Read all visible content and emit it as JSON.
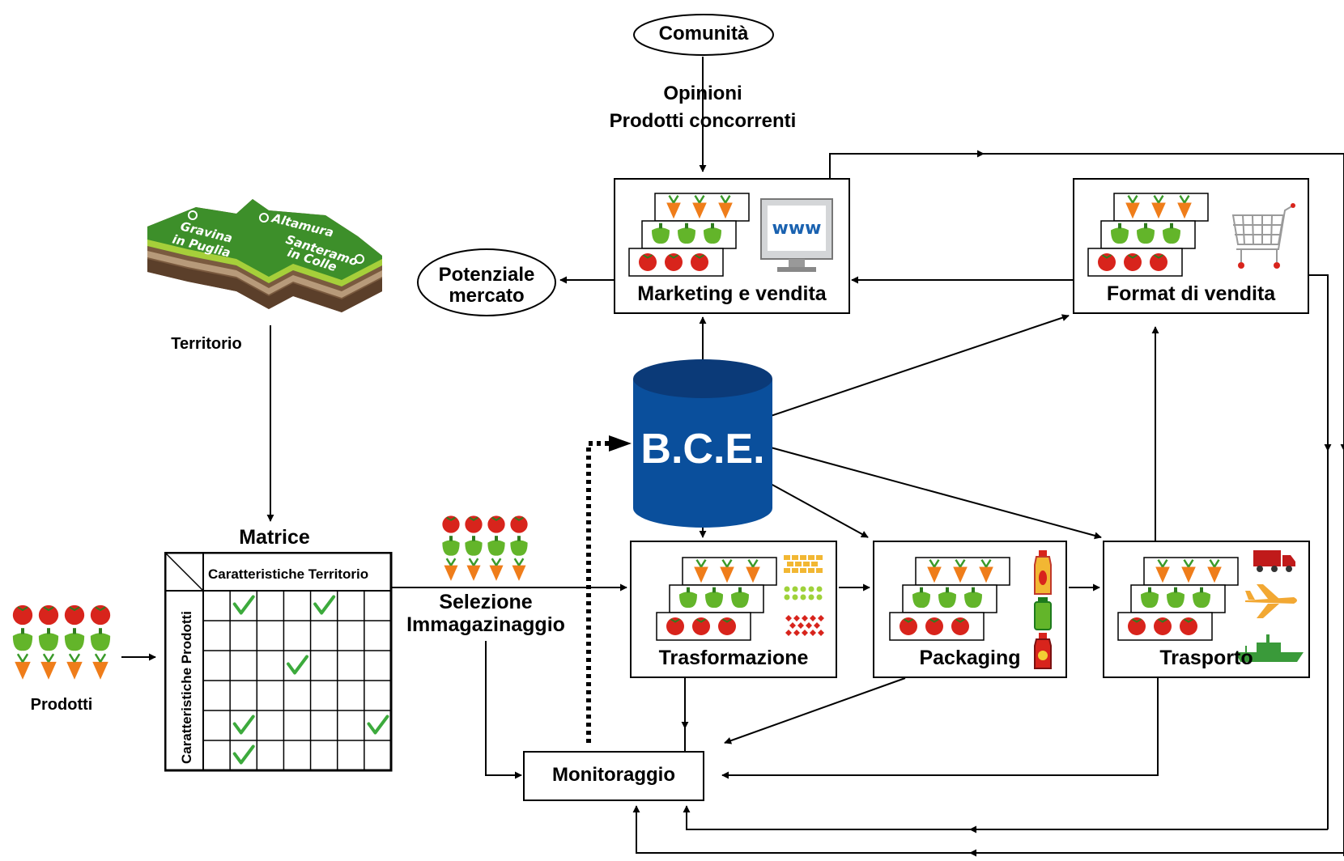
{
  "nodes": {
    "comunita": "Comunità",
    "opinioni": "Opinioni",
    "prodotti_concorrenti": "Prodotti concorrenti",
    "potenziale": "Potenziale",
    "mercato": "mercato",
    "territorio": "Territorio",
    "territorio_places": [
      "Gravina",
      "in Puglia",
      "Altamura",
      "Santeramo",
      "in Colle"
    ],
    "marketing": "Marketing e vendita",
    "www": "www",
    "format": "Format di vendita",
    "bce": "B.C.E.",
    "matrice": "Matrice",
    "matrix_col_header": "Caratteristiche Territorio",
    "matrix_row_header": "Caratteristiche Prodotti",
    "selezione": "Selezione",
    "immagazinaggio": "Immagazinaggio",
    "trasformazione": "Trasformazione",
    "packaging": "Packaging",
    "trasporto": "Trasporto",
    "prodotti": "Prodotti",
    "monitoraggio": "Monitoraggio"
  },
  "matrix_checks": [
    [
      0,
      1
    ],
    [
      0,
      4
    ],
    [
      2,
      3
    ],
    [
      4,
      1
    ],
    [
      4,
      6
    ],
    [
      5,
      1
    ]
  ],
  "colors": {
    "bce_body": "#0a4f9c",
    "bce_top": "#0b3a78",
    "tomato": "#d8241c",
    "pepper": "#63b52a",
    "carrot": "#ef7d1a",
    "check": "#3caa3c",
    "terrain_green": "#3d8f2a",
    "terrain_soil": "#7a5a3f"
  }
}
